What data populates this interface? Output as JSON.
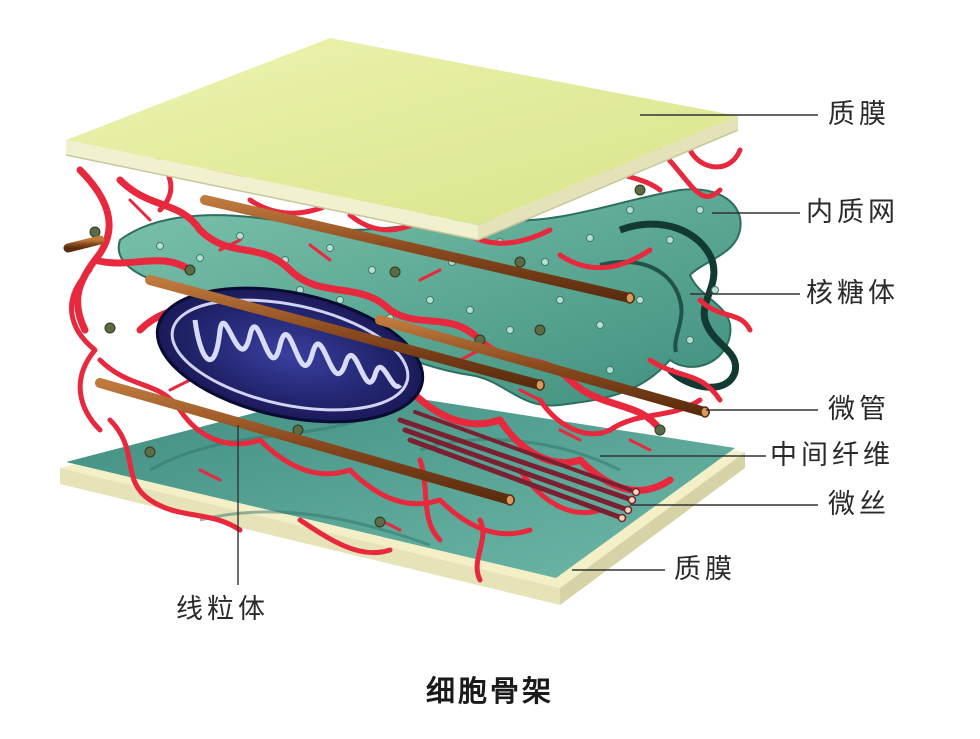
{
  "diagram": {
    "labels": {
      "plasma_membrane_top": "质膜",
      "endoplasmic_reticulum": "内质网",
      "ribosome": "核糖体",
      "microtubule": "微管",
      "intermediate_filament": "中间纤维",
      "microfilament": "微丝",
      "plasma_membrane_bottom": "质膜",
      "mitochondrion": "线粒体"
    },
    "caption": "细胞骨架"
  },
  "colors": {
    "membrane_top": "#e6eea0",
    "membrane_bottom": "#f3f0c8",
    "cytoplasm_teal": "#4a9a8a",
    "er_green": "#5aa894",
    "cytoskeleton_red": "#e8283c",
    "microtubule_brown": "#8a4a1e",
    "mitochondrion_blue": "#1c1f66",
    "microfilament_maroon": "#7a2030"
  }
}
